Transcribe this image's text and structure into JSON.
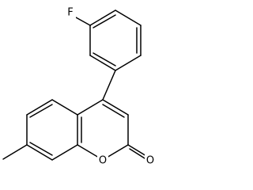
{
  "structure": {
    "atoms": {
      "fluorine": "F",
      "ring_oxygen": "O",
      "carbonyl_oxygen": "O"
    }
  }
}
